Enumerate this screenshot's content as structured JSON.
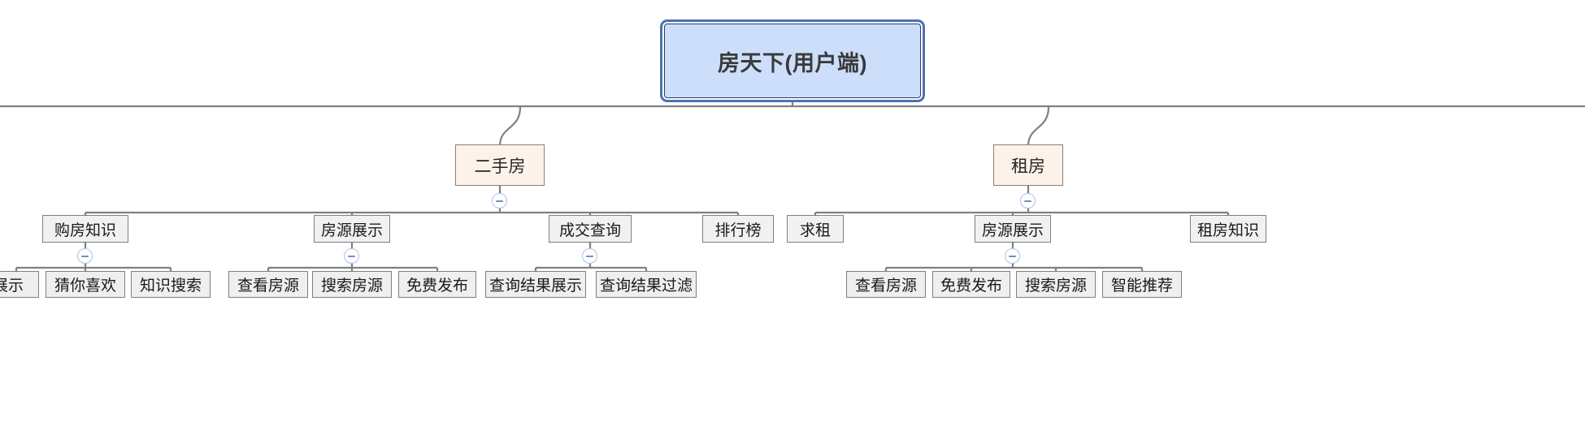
{
  "diagram": {
    "type": "mind-map",
    "title": "房天下(用户端)",
    "background": "#ffffff",
    "colors": {
      "root_fill": "#ccdefa",
      "root_border": "#4b72b5",
      "level2_fill": "#fdf2e9",
      "level2_border": "#8a7f77",
      "level3_fill": "#f1f1f1",
      "level3_border": "#7f7f7f",
      "leaf_fill": "#efefef",
      "leaf_border": "#7f7f7f",
      "edge": "#808080",
      "toggle_border": "#a8c2e8",
      "toggle_glyph": "#6f8fc4"
    }
  },
  "root": {
    "label": "房天下(用户端)"
  },
  "branches": [
    {
      "label": "二手房",
      "toggle": "collapse-minus-icon",
      "children": [
        {
          "label": "购房知识",
          "toggle": "collapse-minus-icon",
          "children": [
            {
              "label": "展示"
            },
            {
              "label": "猜你喜欢"
            },
            {
              "label": "知识搜索"
            }
          ]
        },
        {
          "label": "房源展示",
          "toggle": "collapse-minus-icon",
          "children": [
            {
              "label": "查看房源"
            },
            {
              "label": "搜索房源"
            },
            {
              "label": "免费发布"
            }
          ]
        },
        {
          "label": "成交查询",
          "toggle": "collapse-minus-icon",
          "children": [
            {
              "label": "查询结果展示"
            },
            {
              "label": "查询结果过滤"
            }
          ]
        },
        {
          "label": "排行榜",
          "children": []
        }
      ]
    },
    {
      "label": "租房",
      "toggle": "collapse-minus-icon",
      "children": [
        {
          "label": "求租",
          "children": []
        },
        {
          "label": "房源展示",
          "toggle": "collapse-minus-icon",
          "children": [
            {
              "label": "查看房源"
            },
            {
              "label": "免费发布"
            },
            {
              "label": "搜索房源"
            },
            {
              "label": "智能推荐"
            }
          ]
        },
        {
          "label": "租房知识",
          "children": []
        }
      ]
    }
  ]
}
